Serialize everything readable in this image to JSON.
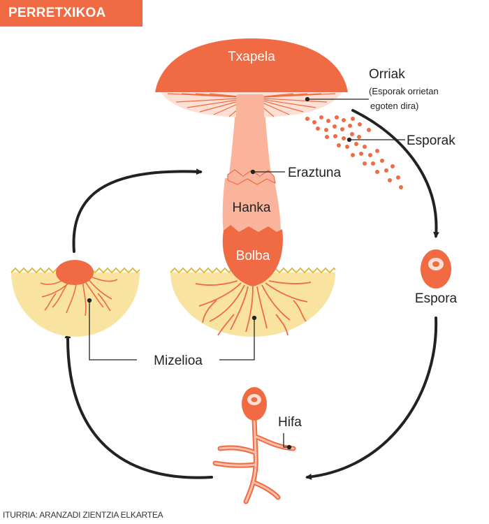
{
  "header": {
    "title": "PERRETXIKOA"
  },
  "labels": {
    "txapela": "Txapela",
    "orriak": "Orriak",
    "orriak_note_1": "(Esporak orrietan",
    "orriak_note_2": "egoten dira)",
    "esporak": "Esporak",
    "eraztuna": "Eraztuna",
    "hanka": "Hanka",
    "bolba": "Bolba",
    "espora": "Espora",
    "mizelioa": "Mizelioa",
    "hifa": "Hifa"
  },
  "footer": {
    "source": "ITURRIA: ARANZADI ZIENTZIA ELKARTEA"
  },
  "colors": {
    "accent": "#f06a43",
    "stem": "#f9b49b",
    "soil": "#f8e3a1",
    "soil_edge": "#e3b844",
    "arrow": "#222222"
  }
}
